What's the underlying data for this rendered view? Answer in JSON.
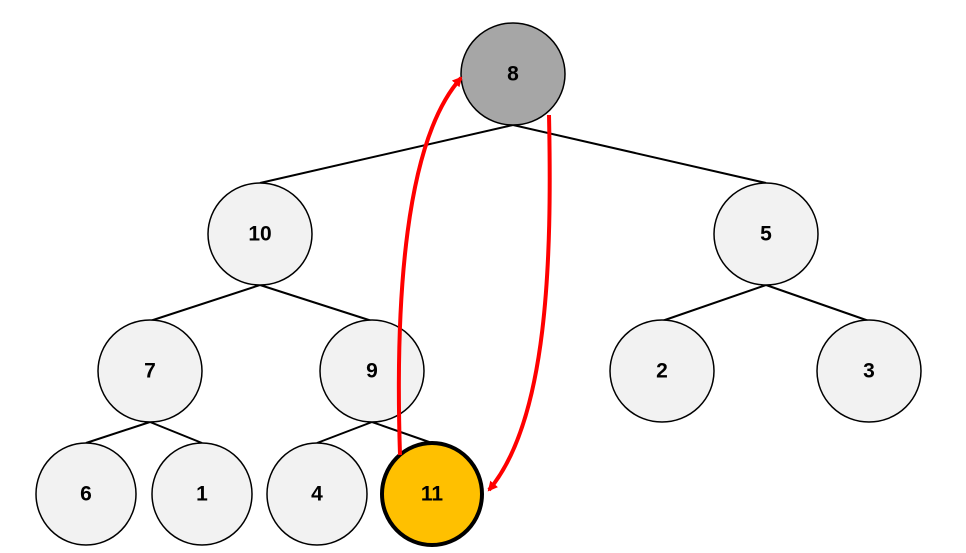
{
  "tree": {
    "nodes": [
      {
        "id": "n8",
        "label": "8",
        "state": "root-active"
      },
      {
        "id": "n10",
        "label": "10",
        "state": "normal"
      },
      {
        "id": "n5",
        "label": "5",
        "state": "normal"
      },
      {
        "id": "n7",
        "label": "7",
        "state": "normal"
      },
      {
        "id": "n9",
        "label": "9",
        "state": "normal"
      },
      {
        "id": "n2",
        "label": "2",
        "state": "normal"
      },
      {
        "id": "n3",
        "label": "3",
        "state": "normal"
      },
      {
        "id": "n6",
        "label": "6",
        "state": "normal"
      },
      {
        "id": "n1",
        "label": "1",
        "state": "normal"
      },
      {
        "id": "n4",
        "label": "4",
        "state": "normal"
      },
      {
        "id": "n11",
        "label": "11",
        "state": "highlighted"
      }
    ],
    "edges": [
      [
        "n8",
        "n10"
      ],
      [
        "n8",
        "n5"
      ],
      [
        "n10",
        "n7"
      ],
      [
        "n10",
        "n9"
      ],
      [
        "n5",
        "n2"
      ],
      [
        "n5",
        "n3"
      ],
      [
        "n7",
        "n6"
      ],
      [
        "n7",
        "n1"
      ],
      [
        "n9",
        "n4"
      ],
      [
        "n9",
        "n11"
      ]
    ],
    "swap_arrows": [
      {
        "from": "n11",
        "to": "n8"
      },
      {
        "from": "n8",
        "to": "n11"
      }
    ]
  },
  "colors": {
    "node_fill": "#f2f2f2",
    "node_stroke": "#000000",
    "root_fill": "#a6a6a6",
    "highlight_fill": "#ffc000",
    "arrow": "#ff0000",
    "edge": "#000000"
  }
}
